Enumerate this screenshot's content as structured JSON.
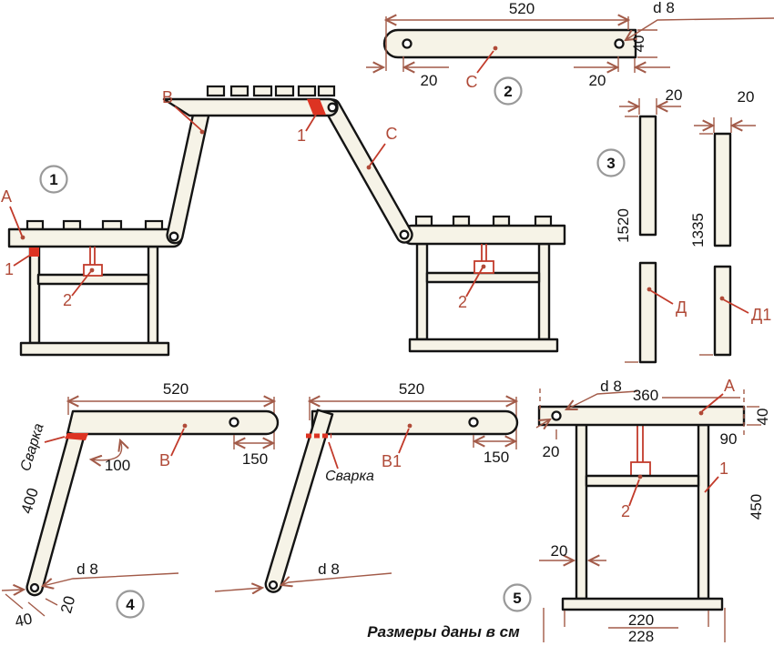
{
  "footer": {
    "note": "Размеры даны в см"
  },
  "colors": {
    "outline": "#141414",
    "dimension_lines": "#a25a48",
    "red_labels": "#b04a38",
    "weld_marker": "#dd3322",
    "part_fill": "#f6f3e7",
    "badge_ring": "#999999"
  },
  "badges": {
    "b1": "1",
    "b2": "2",
    "b3": "3",
    "b4": "4",
    "b5": "5"
  },
  "assembly": {
    "label_a": "А",
    "label_b": "В",
    "label_c": "С",
    "weld_left": "1",
    "weld_top": "1",
    "bracket_left": "2",
    "bracket_right": "2"
  },
  "part_c": {
    "label": "С",
    "length": "520",
    "hole": "d 8",
    "width": "40",
    "hole_offset_left": "20",
    "hole_offset_right": "20"
  },
  "slat_d": {
    "label": "Д",
    "length": "1520",
    "width": "20"
  },
  "slat_d1": {
    "label": "Д1",
    "length": "1335",
    "width": "20"
  },
  "part_b": {
    "label": "В",
    "length": "520",
    "hole_offset": "150",
    "angle": "100",
    "leg_length": "400",
    "weld": "Сварка",
    "hole": "d 8",
    "hole_end_offset": "20",
    "end_width": "40"
  },
  "part_b1": {
    "label": "В1",
    "length": "520",
    "hole_offset": "150",
    "weld": "Сварка",
    "hole": "d 8"
  },
  "bench": {
    "label_a": "А",
    "seat_length": "360",
    "seat_thickness": "40",
    "hole": "d 8",
    "hole_offset": "20",
    "rail_offset": "90",
    "leg_label": "1",
    "bracket_label": "2",
    "height": "450",
    "leg_width": "20",
    "leg_span": "220",
    "base_length": "228"
  }
}
